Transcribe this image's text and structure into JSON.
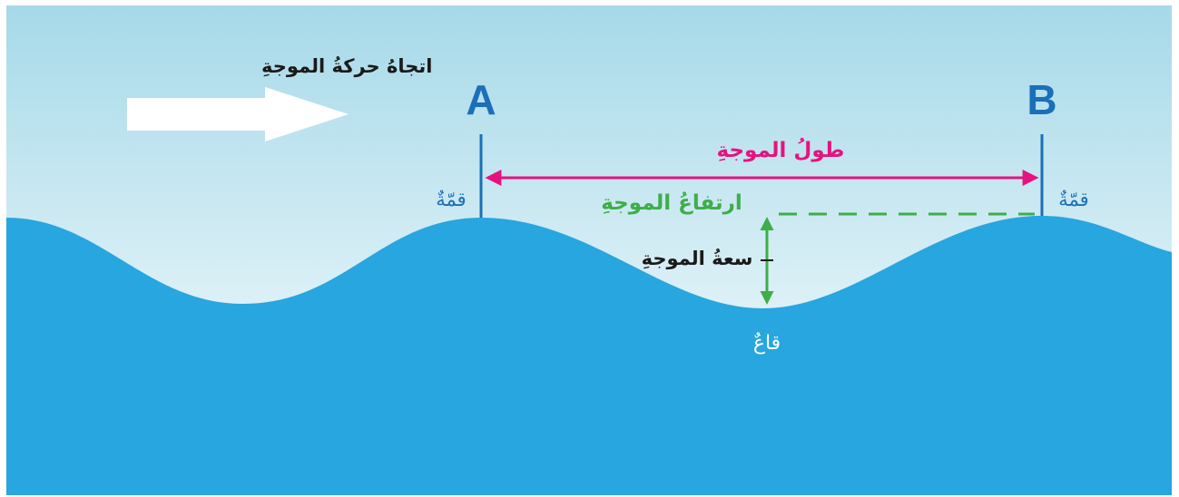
{
  "labels": {
    "direction": "اتجاهُ حركةُ الموجةِ",
    "point_a": "A",
    "point_b": "B",
    "wavelength": "طولُ الموجةِ",
    "height": "ارتفاعُ الموجةِ",
    "amplitude": "سعةُ الموجةِ",
    "crest_left": "قمّةٌ",
    "crest_right": "قمّةٌ",
    "trough": "قاعٌ"
  },
  "colors": {
    "sky_top": "#a6d9e9",
    "sky_bottom": "#ffffff",
    "water": "#27a6df",
    "marker_lines": "#1b6fb8",
    "wavelength": "#e6137f",
    "height": "#3eae49",
    "amplitude": "#1a1a1a",
    "trough_text": "#ffffff",
    "direction_arrow": "#ffffff"
  },
  "icons": {
    "direction": "right-arrow-icon"
  }
}
